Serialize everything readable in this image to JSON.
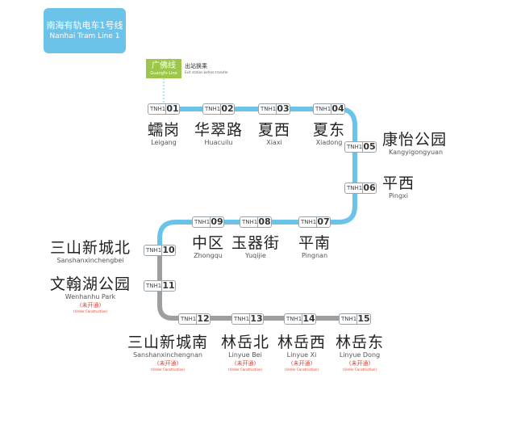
{
  "line": {
    "name_zh": "南海有轨电车1号线",
    "name_en": "Nanhai Tram Line 1"
  },
  "colors": {
    "operating": "#6cc3ea",
    "construction": "#9e9e9e",
    "transfer": "#9cc74a",
    "note": "#e0442e"
  },
  "transfer": {
    "name_zh": "广佛线",
    "name_en": "Guangfo Line",
    "note_zh": "出站换乘",
    "note_en": "Exit station before transfer"
  },
  "stations": [
    {
      "code_prefix": "TNH1",
      "code_num": "01",
      "name_zh": "蠕岗",
      "name_en": "Leigang"
    },
    {
      "code_prefix": "TNH1",
      "code_num": "02",
      "name_zh": "华翠路",
      "name_en": "Huacuilu"
    },
    {
      "code_prefix": "TNH1",
      "code_num": "03",
      "name_zh": "夏西",
      "name_en": "Xiaxi"
    },
    {
      "code_prefix": "TNH1",
      "code_num": "04",
      "name_zh": "夏东",
      "name_en": "Xiadong"
    },
    {
      "code_prefix": "TNH1",
      "code_num": "05",
      "name_zh": "康怡公园",
      "name_en": "Kangyigongyuan"
    },
    {
      "code_prefix": "TNH1",
      "code_num": "06",
      "name_zh": "平西",
      "name_en": "Pingxi"
    },
    {
      "code_prefix": "TNH1",
      "code_num": "07",
      "name_zh": "平南",
      "name_en": "Pingnan"
    },
    {
      "code_prefix": "TNH1",
      "code_num": "08",
      "name_zh": "玉器街",
      "name_en": "Yuqijie"
    },
    {
      "code_prefix": "TNH1",
      "code_num": "09",
      "name_zh": "中区",
      "name_en": "Zhongqu"
    },
    {
      "code_prefix": "TNH1",
      "code_num": "10",
      "name_zh": "三山新城北",
      "name_en": "Sanshanxinchengbei"
    },
    {
      "code_prefix": "TNH1",
      "code_num": "11",
      "name_zh": "文翰湖公园",
      "name_en": "Wenhanhu Park",
      "status_zh": "(未开通)",
      "status_en": "(Under Construction)"
    },
    {
      "code_prefix": "TNH1",
      "code_num": "12",
      "name_zh": "三山新城南",
      "name_en": "Sanshanxinchengnan",
      "status_zh": "(未开通)",
      "status_en": "(Under Construction)"
    },
    {
      "code_prefix": "TNH1",
      "code_num": "13",
      "name_zh": "林岳北",
      "name_en": "Linyue Bei",
      "status_zh": "(未开通)",
      "status_en": "(Under Construction)"
    },
    {
      "code_prefix": "TNH1",
      "code_num": "14",
      "name_zh": "林岳西",
      "name_en": "Linyue Xi",
      "status_zh": "(未开通)",
      "status_en": "(Under Construction)"
    },
    {
      "code_prefix": "TNH1",
      "code_num": "15",
      "name_zh": "林岳东",
      "name_en": "Linyue Dong",
      "status_zh": "(未开通)",
      "status_en": "(Under Construction)"
    }
  ]
}
